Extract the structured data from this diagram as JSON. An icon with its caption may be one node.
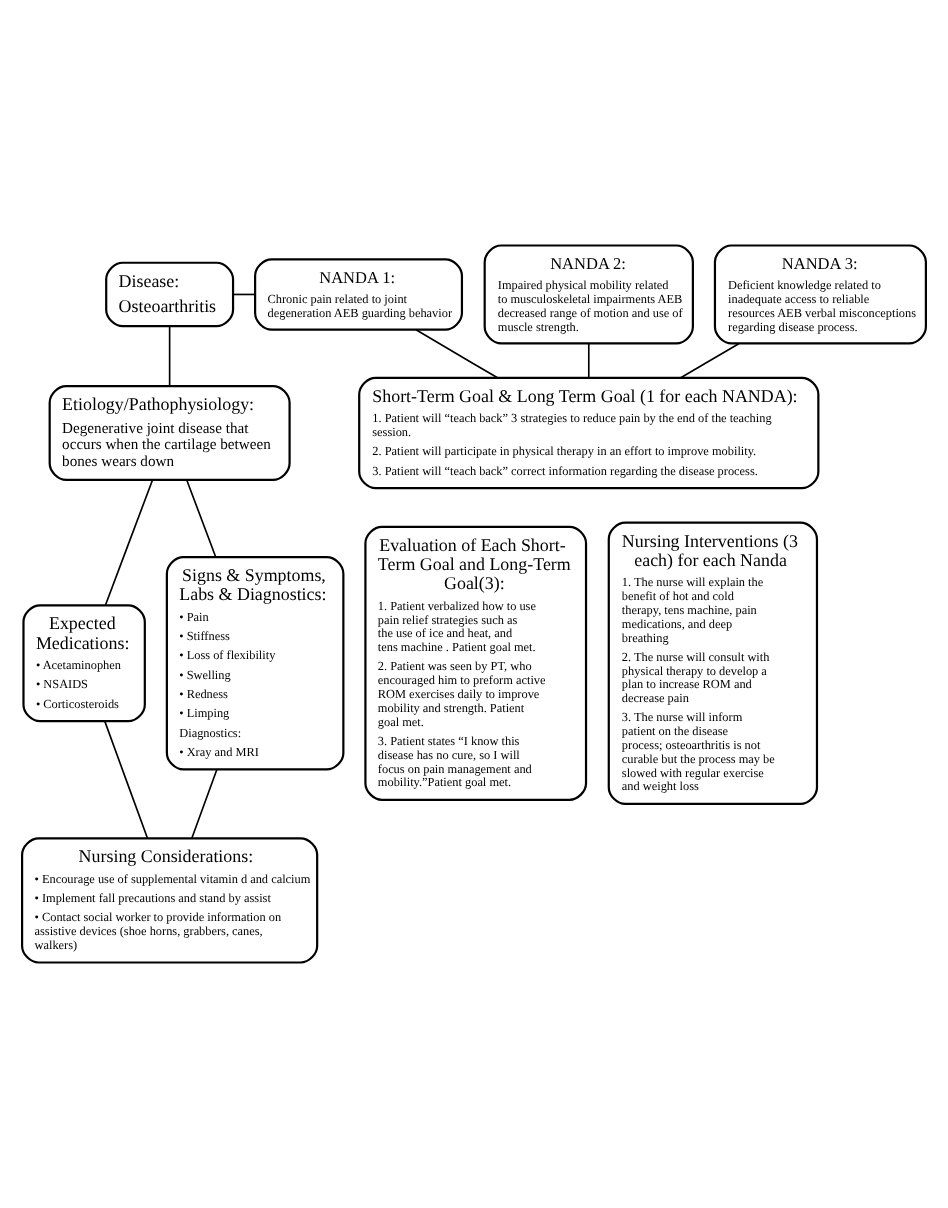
{
  "diagram": {
    "nodes": [
      {
        "text": [
          "Disease:",
          "Osteoarthritis"
        ]
      },
      {
        "text": [
          "NANDA 1:",
          "Chronic pain related to joint degeneration AEB guarding behavior"
        ]
      },
      {
        "text": [
          "NANDA 2:",
          "Impaired physical mobility related to musculoskeletal impairments AEB decreased range of motion and use of muscle strength."
        ]
      },
      {
        "text": [
          "NANDA 3:",
          "Deficient knowledge related to inadequate access to reliable resources AEB verbal misconceptions regarding disease process."
        ]
      },
      {
        "text": [
          "Etiology/Pathophysiology:",
          "Degenerative joint disease that occurs when the cartilage between bones wears down"
        ]
      },
      {
        "text": [
          "Short-Term Goal & Long Term Goal (1 for each NANDA):",
          "1. Patient will “teach back” 3 strategies to reduce pain by the end of the teaching session.",
          "2. Patient will participate in physical therapy in an effort to improve mobility.",
          "3. Patient will “teach back” correct information regarding the disease process."
        ]
      },
      {
        "text": [
          "Expected Medications:",
          "• Acetaminophen",
          "• NSAIDS",
          "• Corticosteroids"
        ]
      },
      {
        "text": [
          "Signs & Symptoms, Labs & Diagnostics:",
          "• Pain",
          "• Stiffness",
          "• Loss of flexibility",
          "• Swelling",
          "• Redness",
          "• Limping",
          "Diagnostics:",
          "• Xray and MRI"
        ]
      },
      {
        "text": [
          "Evaluation of Each Short-Term Goal and Long-Term Goal(3):",
          "1. Patient verbalized how to use pain relief strategies such as the use of ice and heat, and tens machine . Patient goal met.",
          "2. Patient was seen by PT, who encouraged him to preform active ROM exercises daily to improve mobility and strength. Patient goal met.",
          "3. Patient states “I know this disease has no cure, so I will focus on pain management and mobility.”Patient goal met."
        ]
      },
      {
        "text": [
          "Nursing Interventions (3 each) for each Nanda",
          "1. The nurse will explain the benefit of hot and cold therapy, tens machine, pain medications, and deep breathing",
          "2. The nurse will consult with physical therapy to develop a plan to increase ROM and decrease pain",
          "3. The nurse will inform patient on the disease process; osteoarthritis is not curable but the process may be slowed with regular exercise and weight loss"
        ]
      },
      {
        "text": [
          "Nursing Considerations:",
          "• Encourage use of supplemental vitamin d and calcium",
          "• Implement fall precautions and stand by assist",
          "• Contact social worker to provide information on assistive devices (shoe horns, grabbers, canes, walkers)"
        ]
      }
    ],
    "edges": [
      {
        "from": 0,
        "to": 1,
        "arrow": "none"
      },
      {
        "from": 1,
        "to": 5,
        "arrow": "none"
      },
      {
        "from": 2,
        "to": 5,
        "arrow": "none"
      },
      {
        "from": 3,
        "to": 5,
        "arrow": "none"
      },
      {
        "from": 0,
        "to": 4,
        "arrow": "none"
      },
      {
        "from": 4,
        "to": 6,
        "arrow": "none"
      },
      {
        "from": 4,
        "to": 7,
        "arrow": "none"
      },
      {
        "from": 6,
        "to": 10,
        "arrow": "none"
      },
      {
        "from": 7,
        "to": 10,
        "arrow": "none"
      }
    ]
  }
}
